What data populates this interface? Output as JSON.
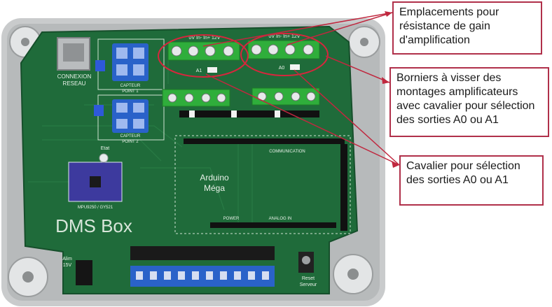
{
  "board": {
    "title": "DMS Box",
    "arduino_line1": "Arduino",
    "arduino_line2": "Méga",
    "network_line1": "CONNEXION",
    "network_line2": "RESEAU",
    "led_label": "Etat",
    "power_line1": "Alim",
    "power_line2": "15V",
    "reset_line1": "Reset",
    "reset_line2": "Serveur",
    "sensor_label": "CAPTEUR",
    "point1_label": "POINT 1",
    "point2_label": "POINT 2",
    "terminal_top_labels": "0V  In-  In+  12V",
    "jumper_a1": "A1",
    "jumper_a0": "A0",
    "imu_label": "MPU9250 / GY521",
    "communication_label": "COMMUNICATION",
    "power_header_label": "POWER",
    "analog_label": "ANALOG IN"
  },
  "callouts": [
    {
      "text": "Emplacements pour\nrésistance de gain\nd'amplification"
    },
    {
      "text": "Borniers à visser des\nmontages amplificateurs\navec cavalier pour sélection\ndes sorties A0 ou A1"
    },
    {
      "text": "Cavalier pour sélection\ndes sorties A0 ou A1"
    }
  ],
  "colors": {
    "callout_border": "#b0304a",
    "pcb": "#1f6b3a",
    "enclosure": "#c9cbcc",
    "terminal_green": "#2fae3b",
    "terminal_blue": "#2a62c9"
  }
}
